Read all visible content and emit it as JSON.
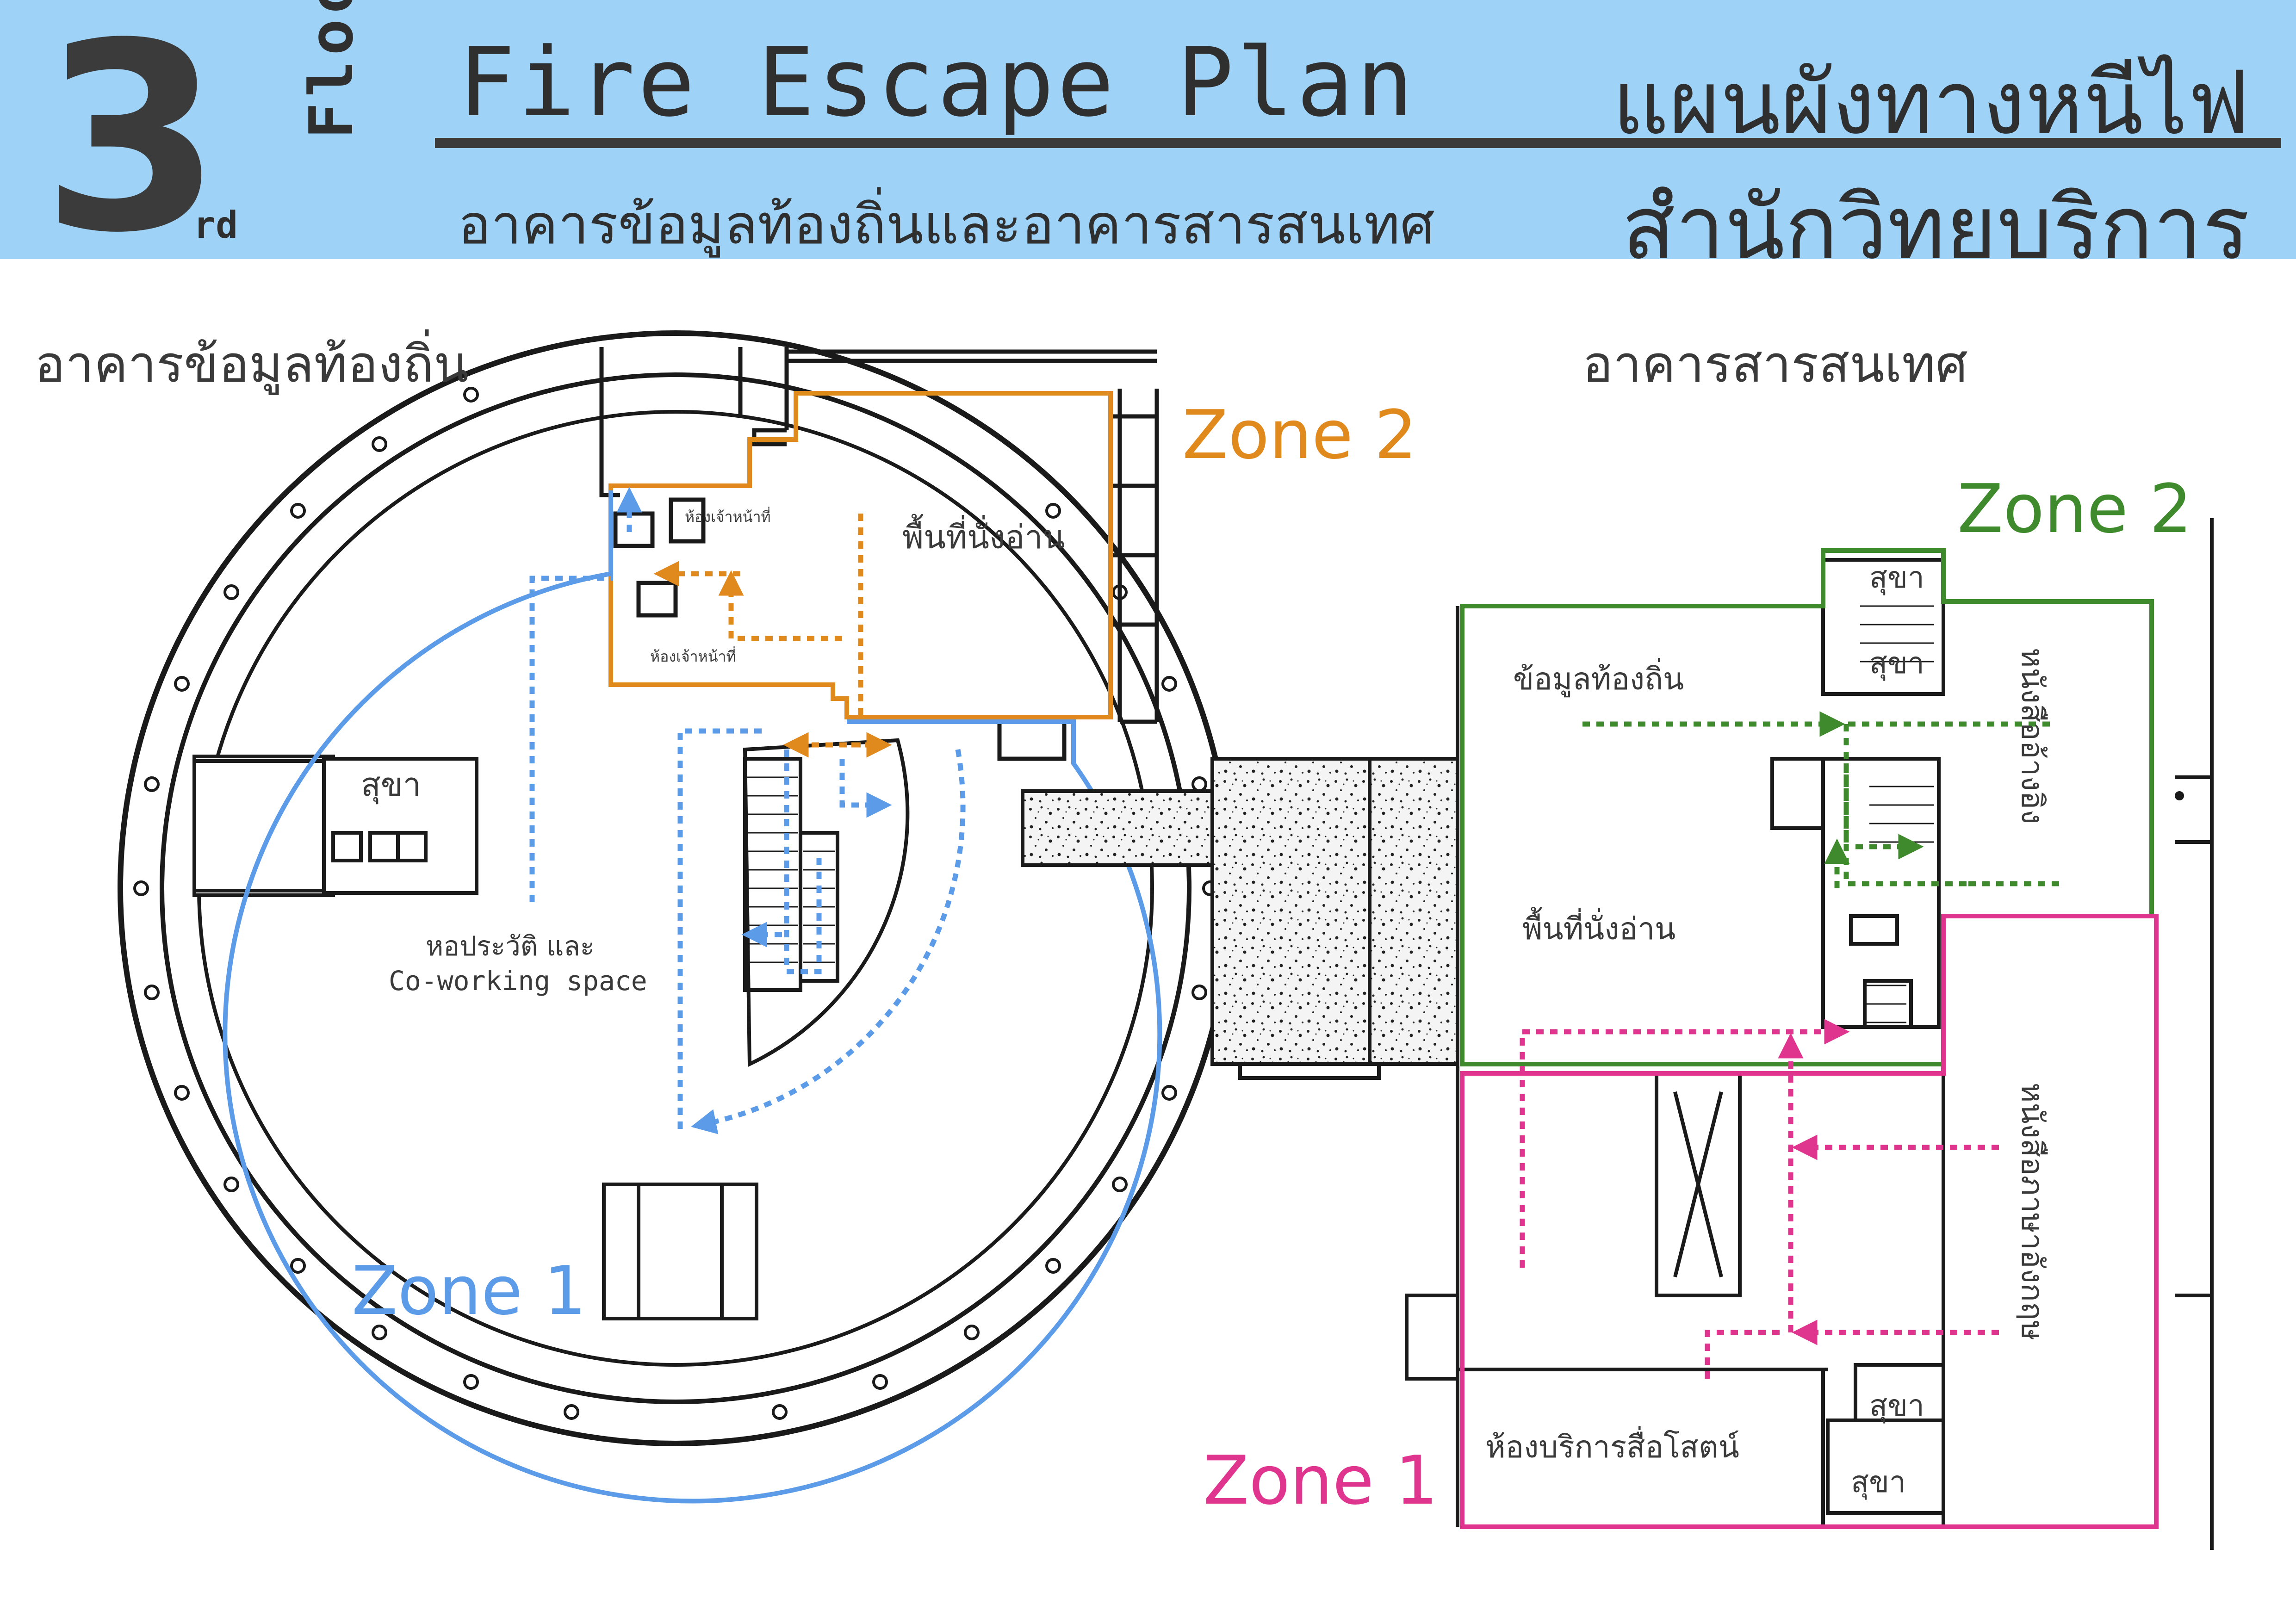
{
  "header": {
    "floor_number": "3",
    "floor_suffix": "rd",
    "floor_word": "Floor",
    "title_en": "Fire Escape Plan",
    "title_th": "แผนผังทางหนีไฟ",
    "subtitle_left": "อาคารข้อมูลท้องถิ่นและอาคารสารสนเทศ",
    "subtitle_right": "สำนักวิทยบริการ"
  },
  "buildings": {
    "left_name": "อาคารข้อมูลท้องถิ่น",
    "right_name": "อาคารสารสนเทศ"
  },
  "zones": {
    "left_zone1": "Zone 1",
    "left_zone2": "Zone 2",
    "right_zone1": "Zone 1",
    "right_zone2": "Zone 2"
  },
  "room_labels": {
    "staff_room_top": "ห้องเจ้าหน้าที่",
    "staff_room_bottom": "ห้องเจ้าหน้าที่",
    "reading_area_left": "พื้นที่นั่งอ่าน",
    "toilet_left": "สุขา",
    "history_hall_line1": "หอประวัติ และ",
    "history_hall_line2": "Co-working space",
    "toilet_right_top1": "สุขา",
    "toilet_right_top2": "สุขา",
    "local_info": "ข้อมูลท้องถิ่น",
    "reading_area_right": "พื้นที่นั่งอ่าน",
    "reference_books": "หนังสืออ้างอิง",
    "thai_books": "หนังสือภาษาอังกฤษ",
    "av_room": "ห้องบริการสื่อโสตน์",
    "toilet_right_bottom1": "สุขา",
    "toilet_right_bottom2": "สุขา"
  },
  "colors": {
    "header_bg": "#9ed3f7",
    "zone_blue": "#5b9be8",
    "zone_orange": "#e08a1e",
    "zone_green": "#3f8a2c",
    "zone_pink": "#e0358f",
    "wall": "#1a1a1a",
    "text": "#3a3a3a"
  }
}
